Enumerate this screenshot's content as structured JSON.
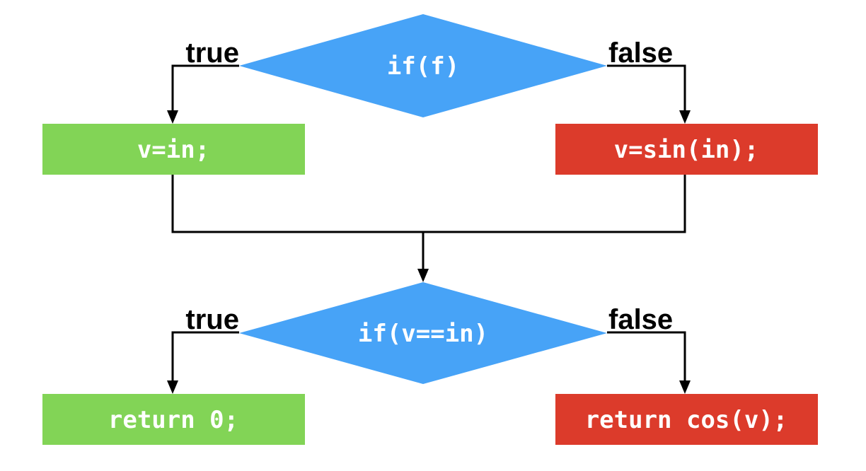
{
  "colors": {
    "decision": "#47a3f7",
    "true_branch": "#82d456",
    "false_branch": "#dc3b2b",
    "line": "#000000",
    "text_on_node": "#ffffff"
  },
  "decision1": {
    "label": "if(f)"
  },
  "decision2": {
    "label": "if(v==in)"
  },
  "process_true_1": {
    "label": "v=in;"
  },
  "process_false_1": {
    "label": "v=sin(in);"
  },
  "process_true_2": {
    "label": "return 0;"
  },
  "process_false_2": {
    "label": "return cos(v);"
  },
  "edges": {
    "d1_true": "true",
    "d1_false": "false",
    "d2_true": "true",
    "d2_false": "false"
  }
}
